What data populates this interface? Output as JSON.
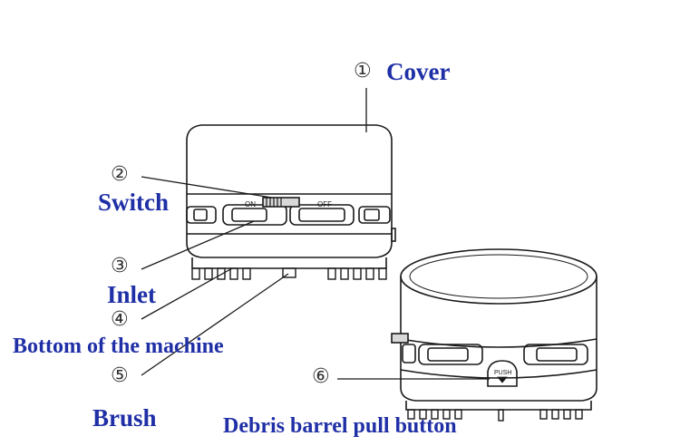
{
  "parts": [
    {
      "number": "①",
      "label": "Cover"
    },
    {
      "number": "②",
      "label": "Switch"
    },
    {
      "number": "③",
      "label": "Inlet"
    },
    {
      "number": "④",
      "label": "Bottom of the machine"
    },
    {
      "number": "⑤",
      "label": "Brush"
    },
    {
      "number": "⑥",
      "label": "Debris barrel pull button"
    }
  ],
  "device": {
    "switch_on_text": "ON",
    "switch_off_text": "OFF",
    "push_button_text": "PUSH"
  },
  "colors": {
    "label_text": "#1f2fa6",
    "line_art": "#1a1a1a"
  }
}
